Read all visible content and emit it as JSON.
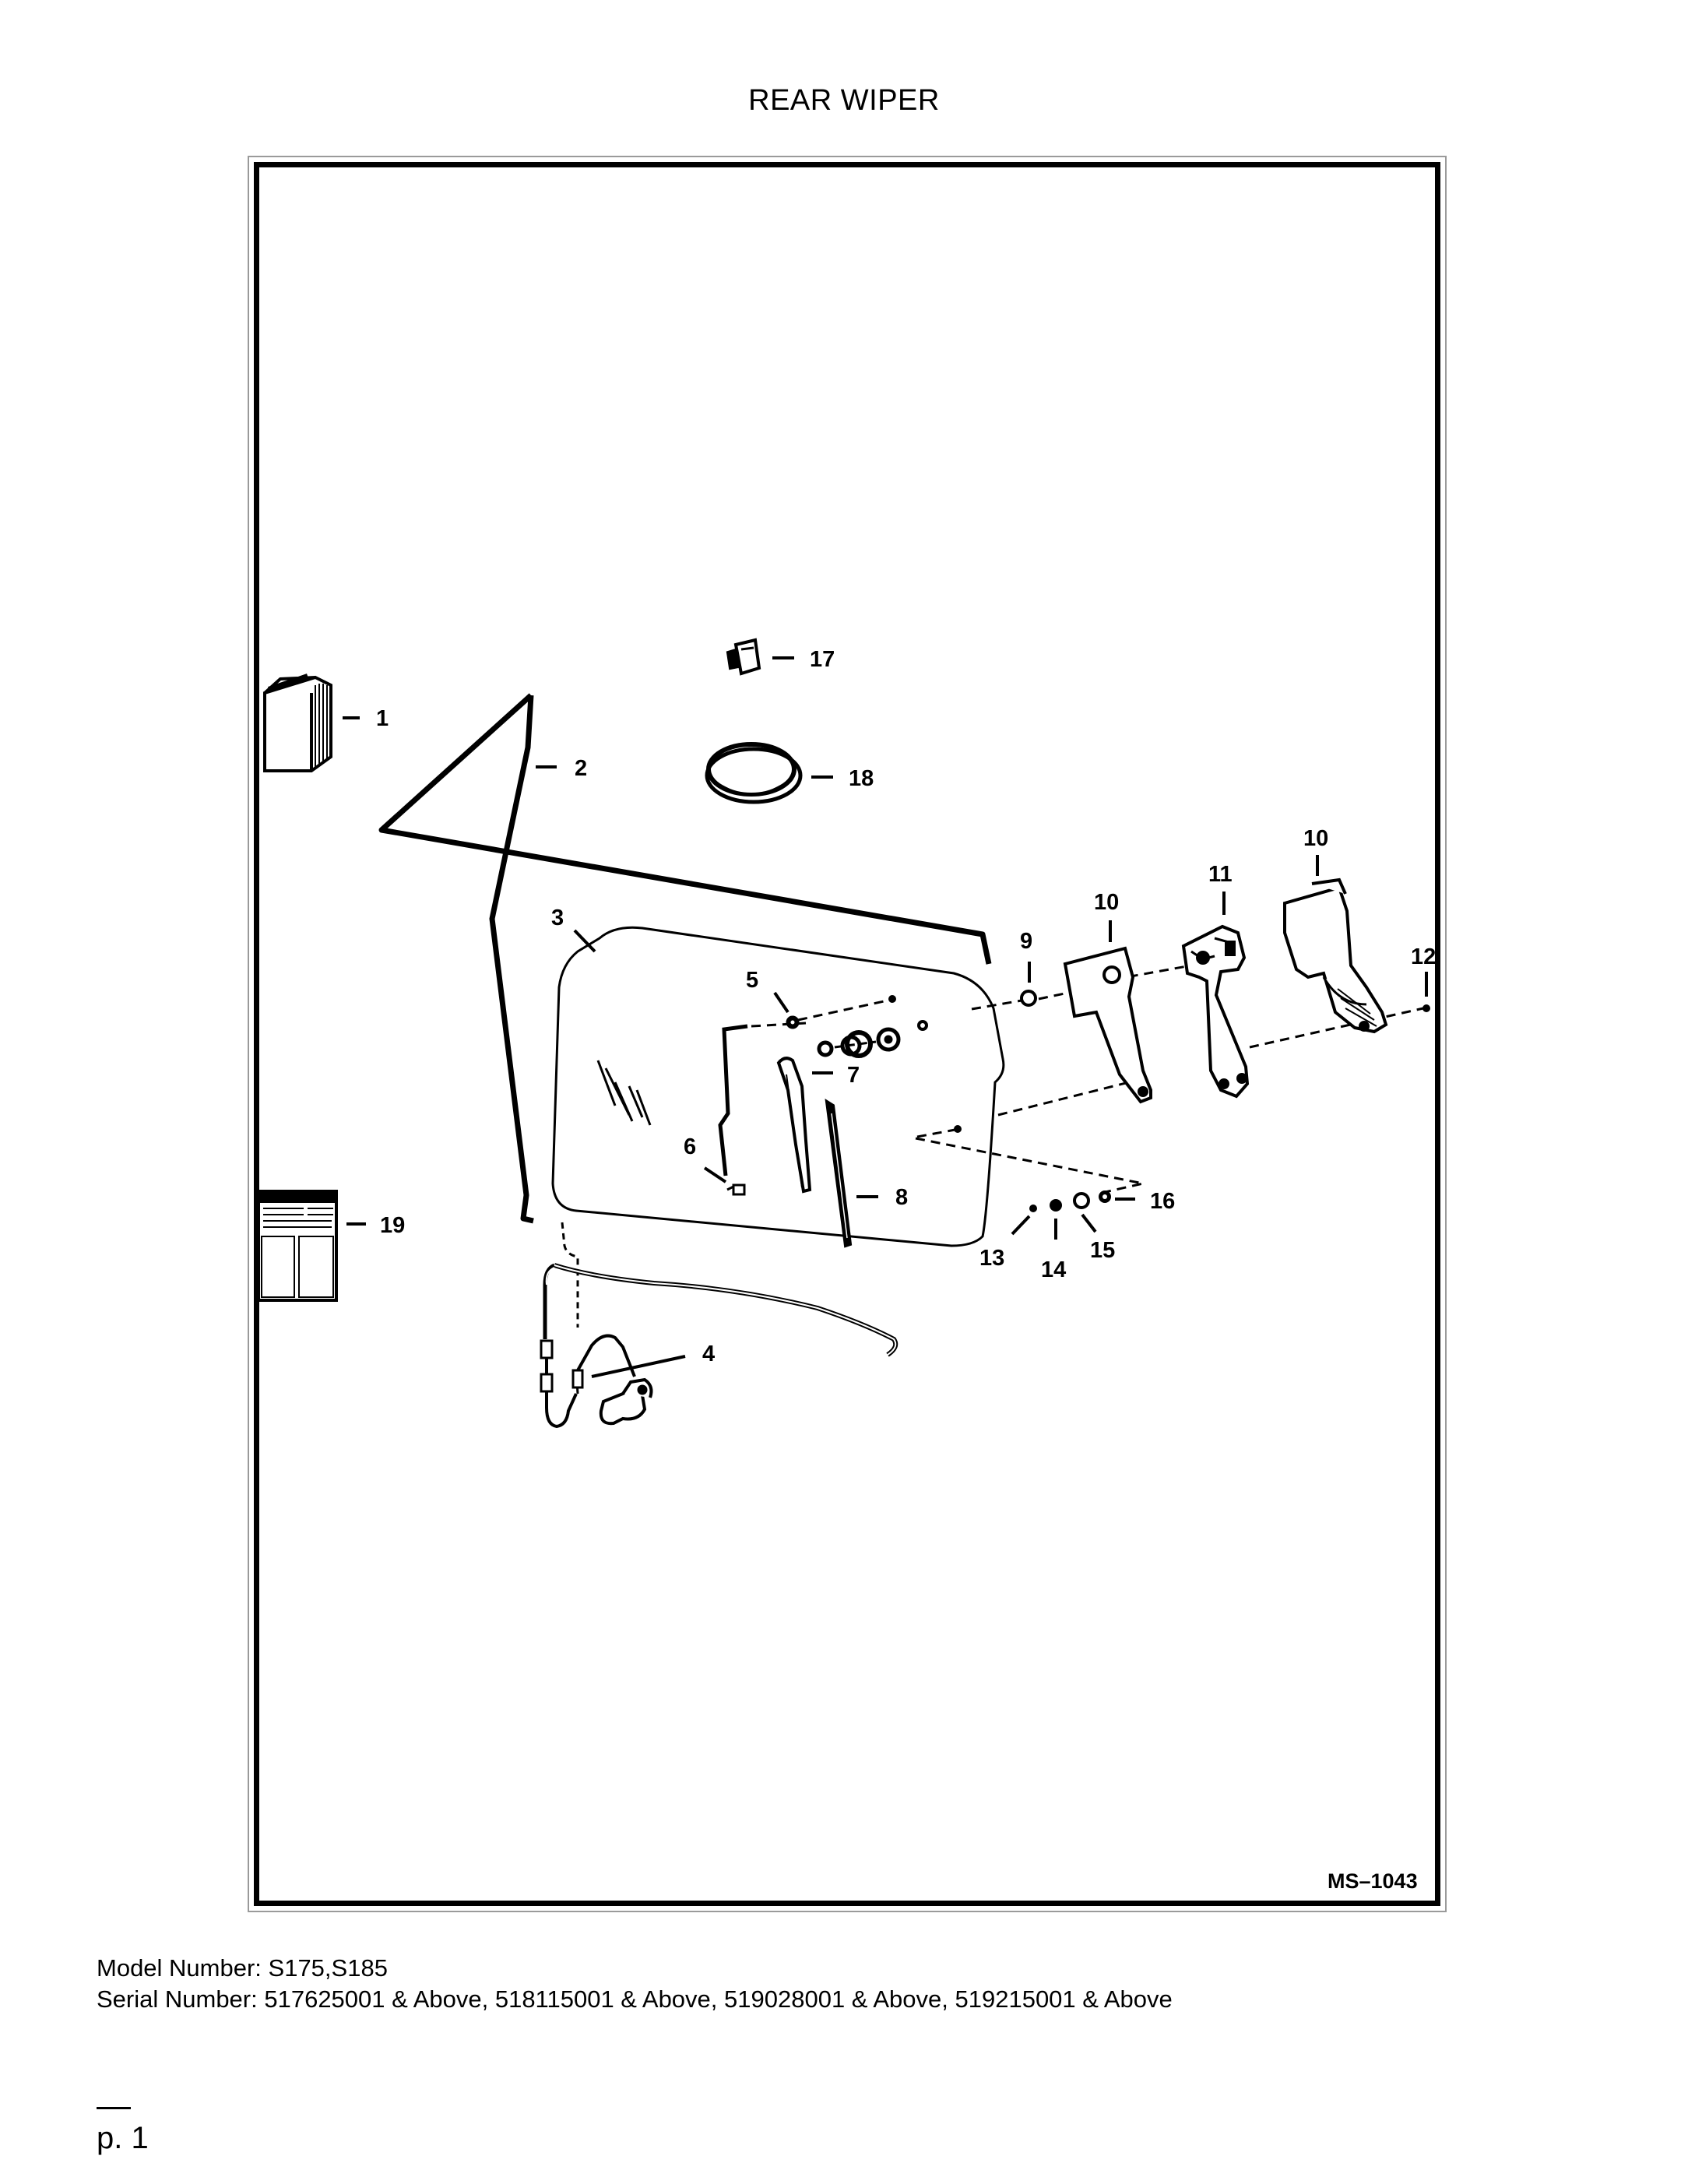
{
  "header": {
    "title": "REAR WIPER"
  },
  "diagram": {
    "drawing_code": "MS–1043",
    "callouts": [
      {
        "id": "c1",
        "label": "1"
      },
      {
        "id": "c2",
        "label": "2"
      },
      {
        "id": "c3",
        "label": "3"
      },
      {
        "id": "c4",
        "label": "4"
      },
      {
        "id": "c5",
        "label": "5"
      },
      {
        "id": "c6",
        "label": "6"
      },
      {
        "id": "c7",
        "label": "7"
      },
      {
        "id": "c8",
        "label": "8"
      },
      {
        "id": "c9",
        "label": "9"
      },
      {
        "id": "c10a",
        "label": "10"
      },
      {
        "id": "c10b",
        "label": "10"
      },
      {
        "id": "c11",
        "label": "11"
      },
      {
        "id": "c12",
        "label": "12"
      },
      {
        "id": "c13",
        "label": "13"
      },
      {
        "id": "c14",
        "label": "14"
      },
      {
        "id": "c15",
        "label": "15"
      },
      {
        "id": "c16",
        "label": "16"
      },
      {
        "id": "c17",
        "label": "17"
      },
      {
        "id": "c18",
        "label": "18"
      },
      {
        "id": "c19",
        "label": "19"
      }
    ]
  },
  "footer": {
    "model_line": "Model Number: S175,S185",
    "serial_line": "Serial Number: 517625001 & Above, 518115001 & Above, 519028001 & Above, 519215001 & Above",
    "page_label": "p. 1"
  }
}
